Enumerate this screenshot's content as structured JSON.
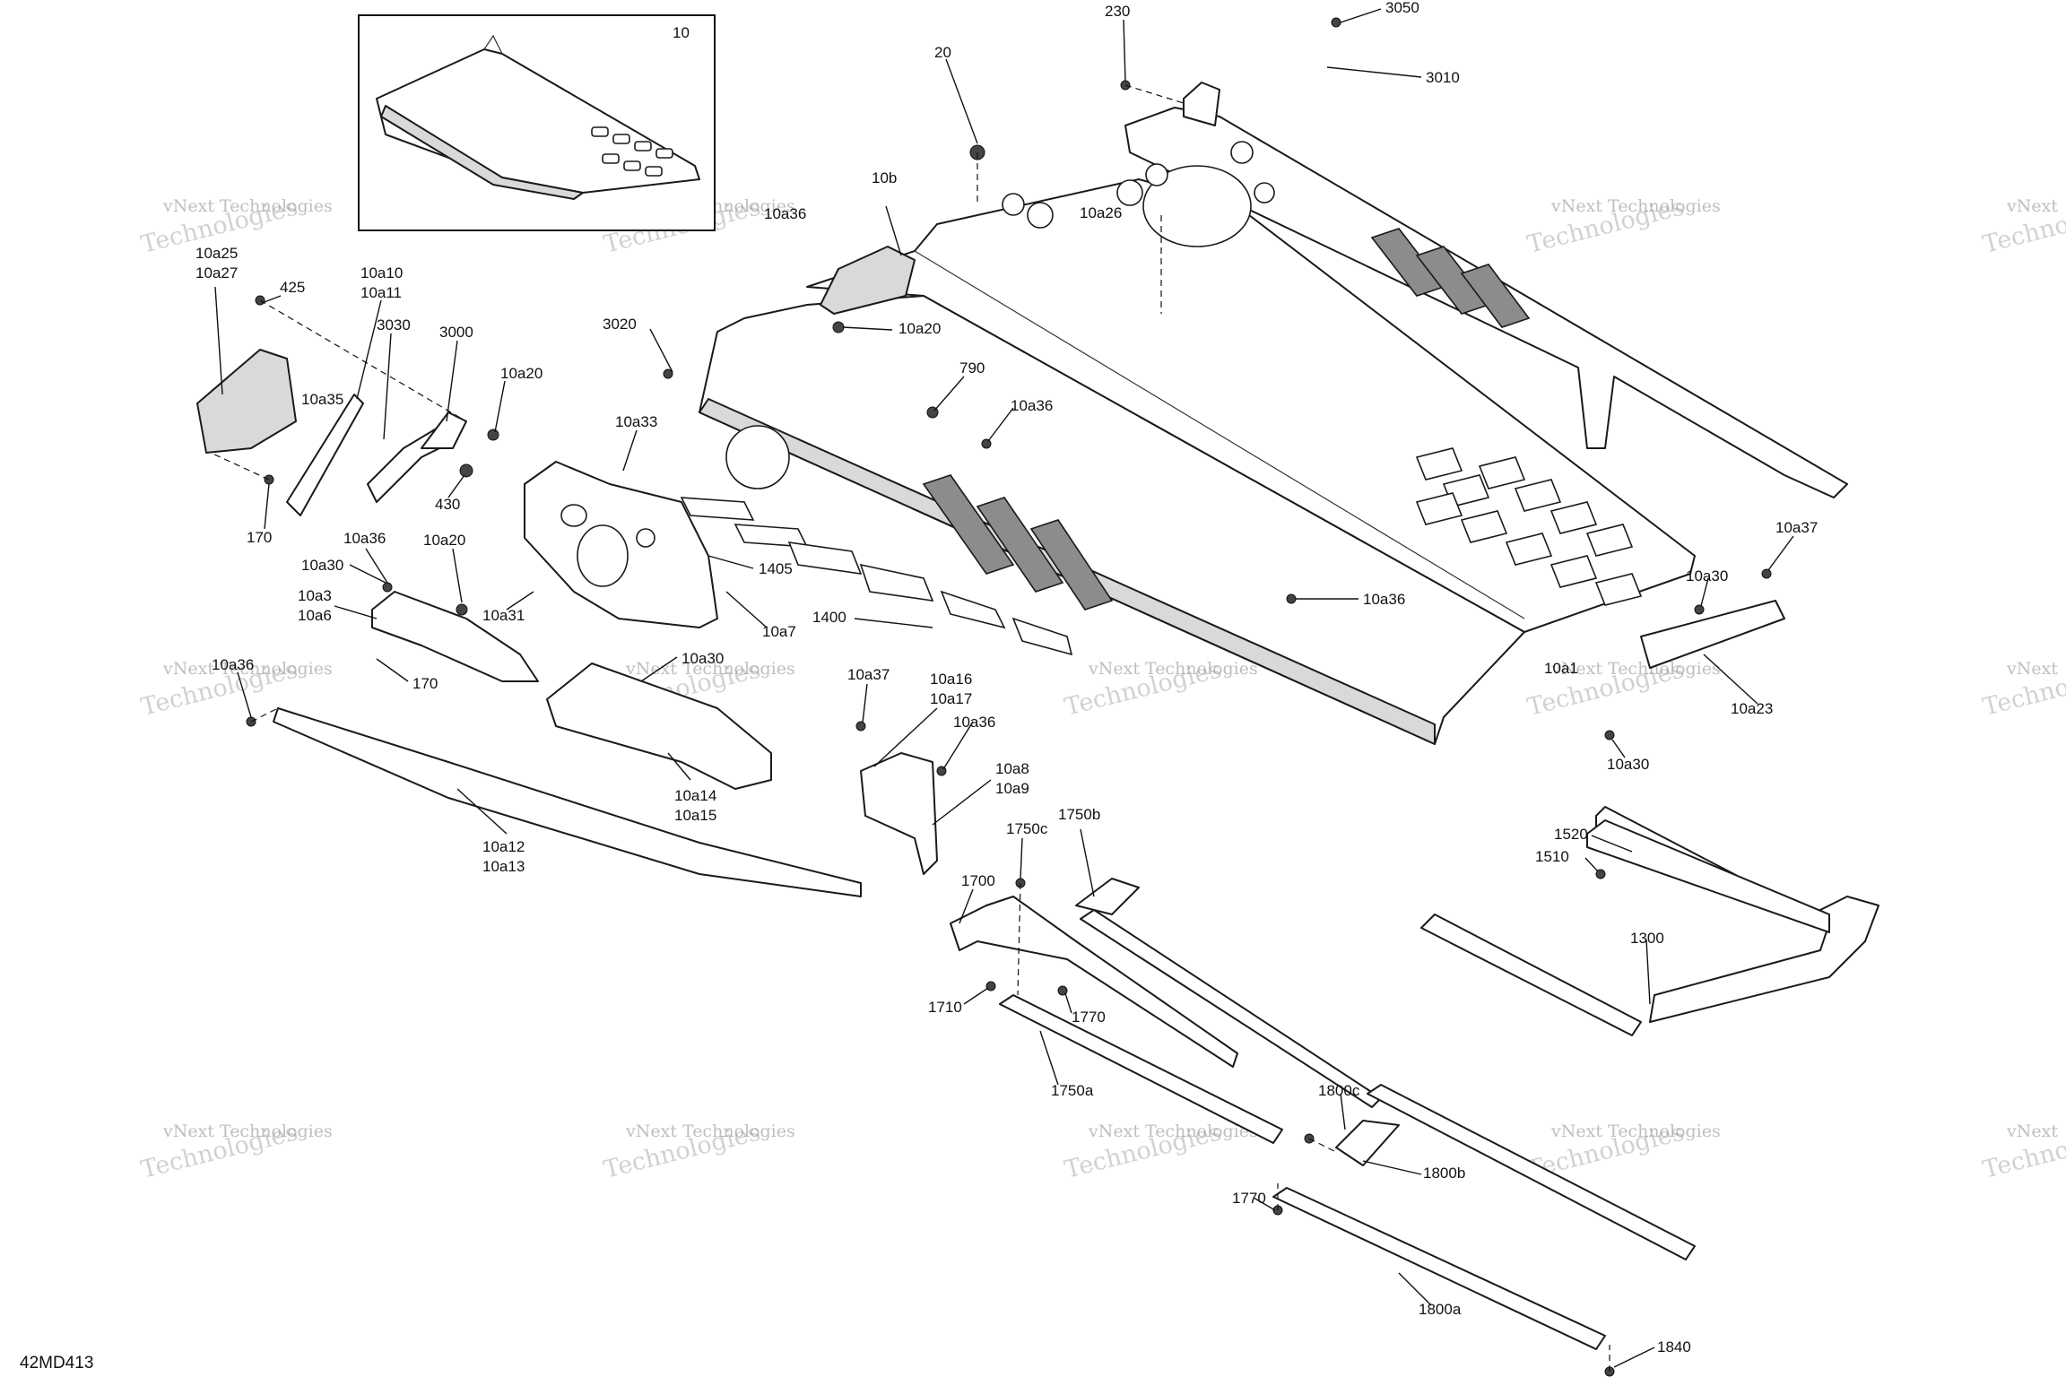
{
  "diagram": {
    "drawing_code": "42MD413",
    "watermark_line1": "vNext Technologies",
    "watermark_line2": "vNext",
    "watermark_line3": "Technologies",
    "inset_label": "10",
    "callouts": {
      "c230": "230",
      "c3050": "3050",
      "c3010": "3010",
      "c20": "20",
      "c10b": "10b",
      "c10a26": "10a26",
      "c10a25": "10a25",
      "c10a27": "10a27",
      "c425": "425",
      "c10a10": "10a10",
      "c10a11": "10a11",
      "c3000": "3000",
      "c3030": "3030",
      "c10a35": "10a35",
      "c10a20_a": "10a20",
      "c430": "430",
      "c170_a": "170",
      "c10a36_a": "10a36",
      "c3020": "3020",
      "c10a20_b": "10a20",
      "c790": "790",
      "c10a36_b": "10a36",
      "c10a33": "10a33",
      "c10a36_c": "10a36",
      "c10a20_c": "10a20",
      "c10a30_a": "10a30",
      "c10a3": "10a3",
      "c10a6": "10a6",
      "c10a31": "10a31",
      "c1405": "1405",
      "c10a7": "10a7",
      "c1400": "1400",
      "c10a36_d": "10a36",
      "c10a37_a": "10a37",
      "c10a30_b": "10a30",
      "c10a1": "10a1",
      "c10a23": "10a23",
      "c10a30_c": "10a30",
      "c10a36_e": "10a36",
      "c170_b": "170",
      "c10a30_d": "10a30",
      "c10a37_b": "10a37",
      "c10a16": "10a16",
      "c10a17": "10a17",
      "c10a36_f": "10a36",
      "c10a8": "10a8",
      "c10a9": "10a9",
      "c10a14": "10a14",
      "c10a15": "10a15",
      "c10a12": "10a12",
      "c10a13": "10a13",
      "c1750c": "1750c",
      "c1750b": "1750b",
      "c1700": "1700",
      "c1520": "1520",
      "c1510": "1510",
      "c1300": "1300",
      "c1710": "1710",
      "c1770_a": "1770",
      "c1750a": "1750a",
      "c1800c": "1800c",
      "c1800b": "1800b",
      "c1770_b": "1770",
      "c1800a": "1800a",
      "c1840": "1840"
    }
  }
}
